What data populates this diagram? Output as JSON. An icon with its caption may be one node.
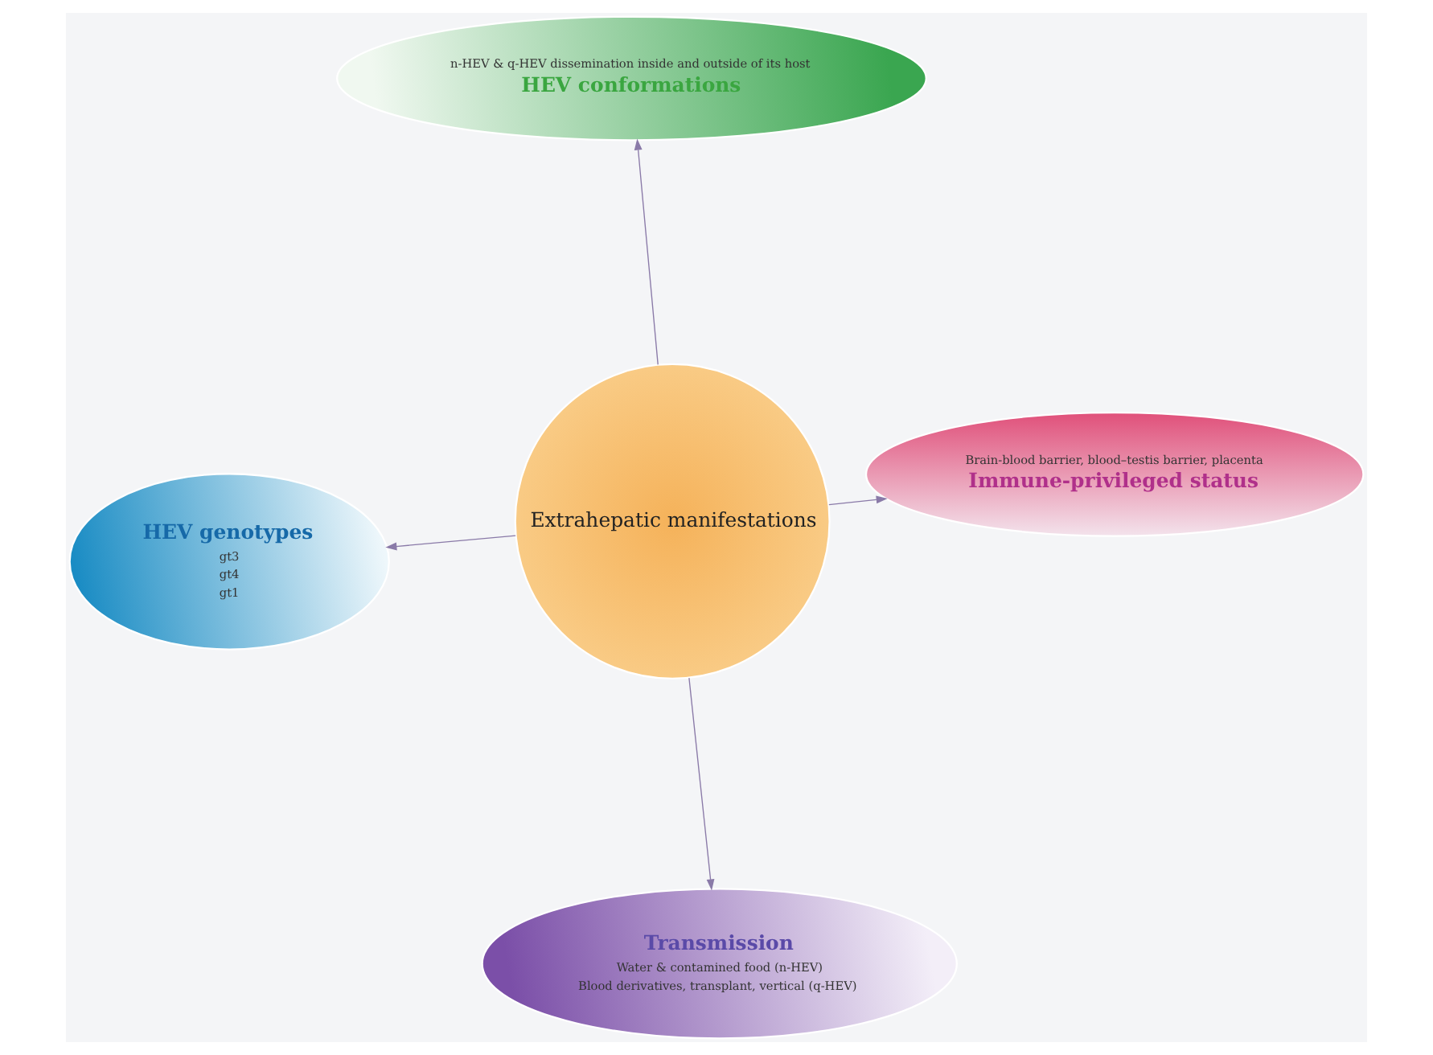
{
  "diagram": {
    "nodes": [
      {
        "text": [
          "Transmission",
          "Water & contamined food (n-HEV)",
          "Blood derivatives, transplant, vertical (q-HEV)"
        ]
      },
      {
        "text": [
          "HEV genotypes",
          "gt3",
          "gt4",
          "gt1"
        ]
      },
      {
        "text": [
          "Extrahepatic manifestations"
        ]
      },
      {
        "text": [
          "Brain-blood barrier, blood–testis barrier, placenta",
          "Immune-privileged status"
        ]
      },
      {
        "text": [
          "n-HEV & q-HEV dissemination inside and outside of its host",
          "HEV conformations"
        ]
      }
    ],
    "edges": [
      {
        "from": 2,
        "to": 0,
        "arrow": "to"
      },
      {
        "from": 2,
        "to": 1,
        "arrow": "to"
      },
      {
        "from": 2,
        "to": 3,
        "arrow": "to"
      },
      {
        "from": 2,
        "to": 4,
        "arrow": "to"
      }
    ]
  }
}
